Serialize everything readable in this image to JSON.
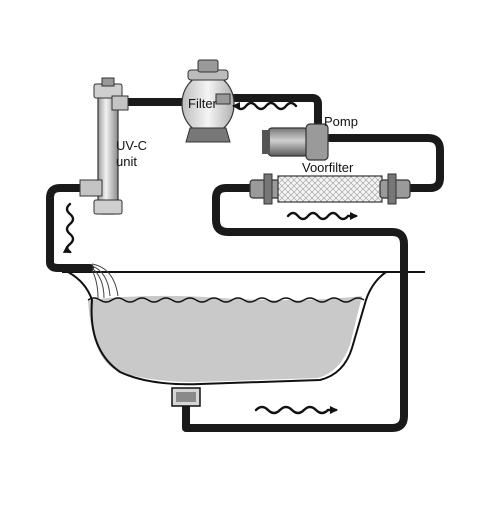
{
  "labels": {
    "filter": "Filter",
    "pump": "Pomp",
    "uvc_line1": "UV-C",
    "uvc_line2": "unit",
    "prefilter": "Voorfilter"
  },
  "colors": {
    "pipe": "#1a1a1a",
    "water": "#c9c9c9",
    "pond_outline": "#111111",
    "housing": "#d8d8d8",
    "flow_arrow": "#111111"
  },
  "icons": [
    "flow-arrow-icon"
  ]
}
